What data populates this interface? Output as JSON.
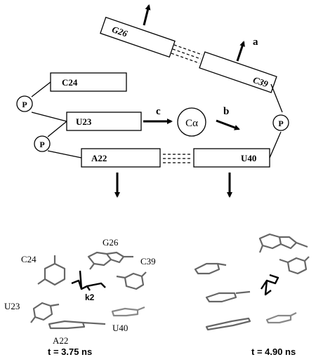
{
  "schematic": {
    "boxes": {
      "g26": "G26",
      "c39": "C39",
      "c24": "C24",
      "u23": "U23",
      "a22": "A22",
      "u40": "U40"
    },
    "phosphate_label": "P",
    "calpha_label": "Cα",
    "arrow_labels": {
      "a": "a",
      "b": "b",
      "c": "c"
    }
  },
  "snapshot_left": {
    "labels": {
      "c24": "C24",
      "g26": "G26",
      "c39": "C39",
      "u23": "U23",
      "a22": "A22",
      "u40": "U40",
      "k2": "k2"
    },
    "time": "t = 3.75 ns"
  },
  "snapshot_right": {
    "time": "t = 4.90 ns"
  },
  "colors": {
    "ink": "#000000",
    "ring_stroke": "#555555",
    "ring_light": "#9a9a9a"
  }
}
